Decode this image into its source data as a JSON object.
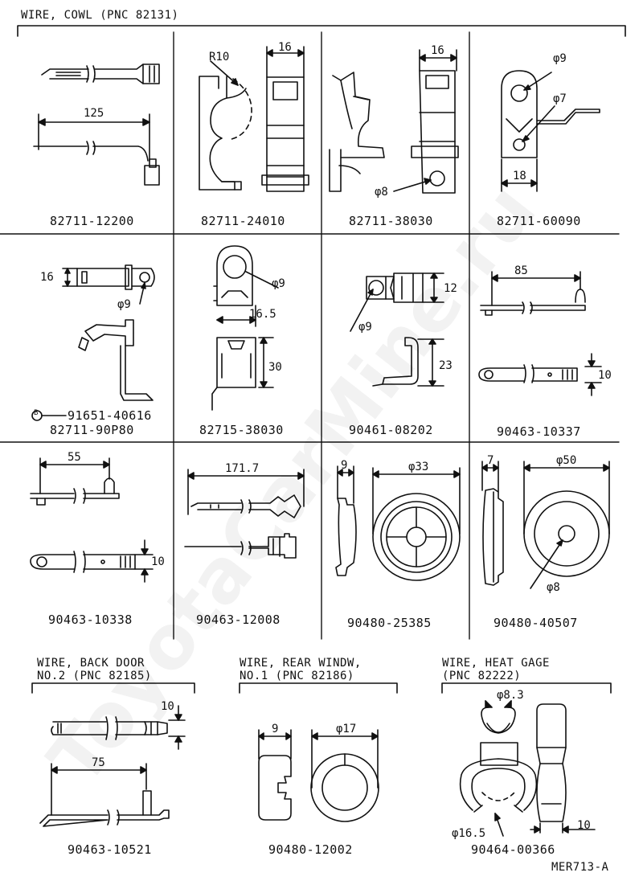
{
  "watermark": "ToyotaCarMine.ru",
  "groups": {
    "cowl": "WIRE, COWL (PNC 82131)",
    "back_door_1": "WIRE, BACK DOOR",
    "back_door_2": "NO.2 (PNC 82185)",
    "rear_window_1": "WIRE, REAR WINDW,",
    "rear_window_2": "NO.1 (PNC 82186)",
    "heat_gage_1": "WIRE, HEAT GAGE",
    "heat_gage_2": "(PNC 82222)"
  },
  "parts": {
    "p01": "82711-12200",
    "p02": "82711-24010",
    "p03": "82711-38030",
    "p04": "82711-60090",
    "p05_ref_marker": "B",
    "p05_ref": "91651-40616",
    "p05": "82711-90P80",
    "p06": "82715-38030",
    "p07": "90461-08202",
    "p08": "90463-10337",
    "p09": "90463-10338",
    "p10": "90463-12008",
    "p11": "90480-25385",
    "p12": "90480-40507",
    "p13": "90463-10521",
    "p14": "90480-12002",
    "p15": "90464-00366"
  },
  "dims": {
    "d125": "125",
    "r10": "R10",
    "d16a": "16",
    "d16b": "16",
    "phi8a": "φ8",
    "phi9a": "φ9",
    "phi7": "φ7",
    "d18": "18",
    "d16c": "16",
    "phi9b": "φ9",
    "phi9c": "φ9",
    "d16_5": "16.5",
    "d30": "30",
    "d12": "12",
    "phi9d": "φ9",
    "d23": "23",
    "d85": "85",
    "d10a": "10",
    "d55": "55",
    "d10b": "10",
    "d171_7": "171.7",
    "d9a": "9",
    "phi33": "φ33",
    "d7": "7",
    "phi50": "φ50",
    "phi8b": "φ8",
    "d10c": "10",
    "d75": "75",
    "d9b": "9",
    "phi17": "φ17",
    "phi8_3": "φ8.3",
    "phi16_5": "φ16.5",
    "d10d": "10"
  },
  "figure_id": "MER713-A"
}
